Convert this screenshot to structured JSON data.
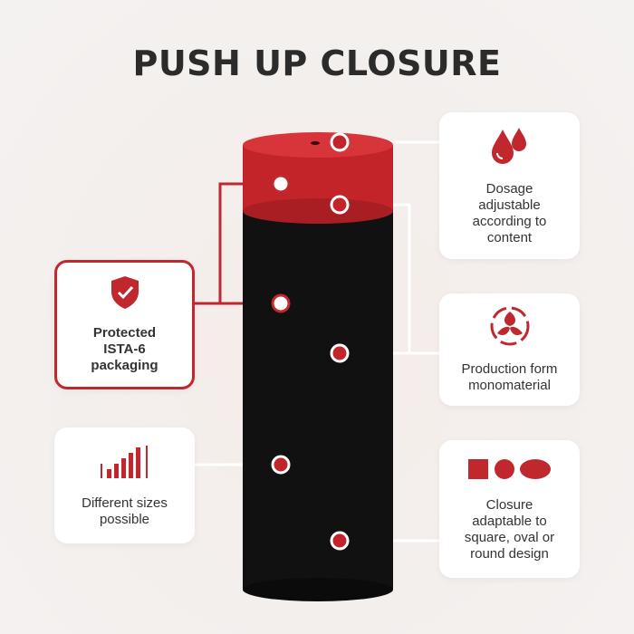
{
  "title": "PUSH UP CLOSURE",
  "colors": {
    "accent": "#c0282e",
    "bottle": "#111111",
    "cap": "#c32429"
  },
  "features": {
    "dosage": {
      "icon": "droplets-icon",
      "label": "Dosage adjustable according to content"
    },
    "protected": {
      "icon": "shield-check-icon",
      "label": "Protected ISTA-6 packaging"
    },
    "material": {
      "icon": "recycle-leaves-icon",
      "label": "Production form monomaterial"
    },
    "sizes": {
      "icon": "bar-sizes-icon",
      "label": "Different sizes possible"
    },
    "closure": {
      "icon": "shapes-icon",
      "label": "Closure adaptable to square, oval or round design"
    }
  }
}
